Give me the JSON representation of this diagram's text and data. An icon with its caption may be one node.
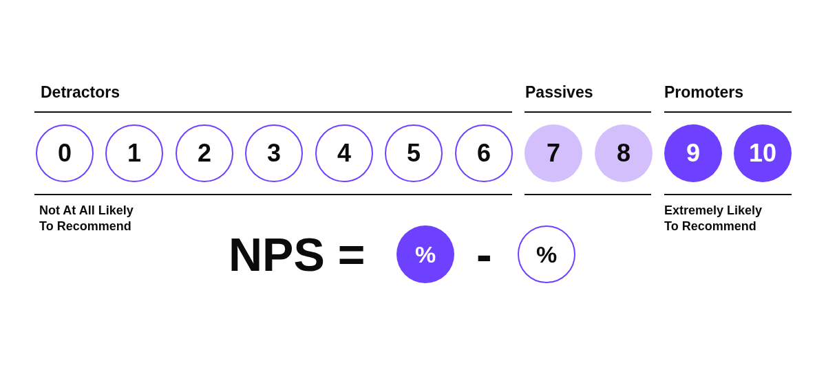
{
  "diagram": {
    "nodes": [
      {
        "text": [
          "Detractors"
        ],
        "beside": [
          "Not At All Likely To Recommend"
        ]
      },
      {
        "text": [
          "0"
        ],
        "in": 0
      },
      {
        "text": [
          "1"
        ],
        "in": 0
      },
      {
        "text": [
          "2"
        ],
        "in": 0
      },
      {
        "text": [
          "3"
        ],
        "in": 0
      },
      {
        "text": [
          "4"
        ],
        "in": 0
      },
      {
        "text": [
          "5"
        ],
        "in": 0
      },
      {
        "text": [
          "6"
        ],
        "in": 0
      },
      {
        "text": [
          "Passives"
        ]
      },
      {
        "text": [
          "7"
        ],
        "in": 8
      },
      {
        "text": [
          "8"
        ],
        "in": 8
      },
      {
        "text": [
          "Promoters"
        ],
        "beside": [
          "Extremely Likely To Recommend"
        ]
      },
      {
        "text": [
          "9"
        ],
        "in": 11
      },
      {
        "text": [
          "10"
        ],
        "in": 11
      },
      {
        "text": [
          "%"
        ]
      },
      {
        "text": [
          "%"
        ]
      }
    ],
    "labels": [
      "NPS =",
      "-"
    ]
  }
}
